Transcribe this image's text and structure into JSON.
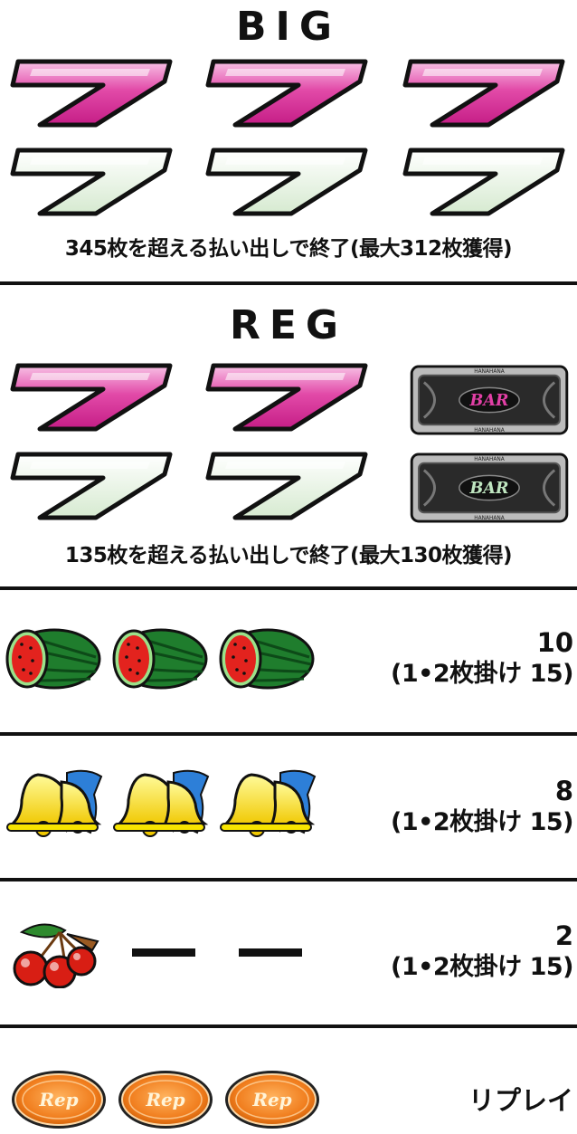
{
  "big": {
    "title": "BIG",
    "reels": [
      "seven-pink",
      "seven-pink",
      "seven-pink",
      "seven-white",
      "seven-white",
      "seven-white"
    ],
    "note": "345枚を超える払い出しで終了(最大312枚獲得)"
  },
  "reg": {
    "title": "REG",
    "reels": [
      "seven-pink",
      "seven-pink",
      "bar-pink",
      "seven-white",
      "seven-white",
      "bar-white"
    ],
    "bar_text": "BAR",
    "bar_small": "HANAHANA",
    "note": "135枚を超える払い出しで終了(最大130枚獲得)"
  },
  "rows": [
    {
      "symbol": "watermelon-icon",
      "count": 3,
      "payout": "10",
      "sub": "(1•2枚掛け 15)"
    },
    {
      "symbol": "bell-icon",
      "count": 3,
      "payout": "8",
      "sub": "(1•2枚掛け 15)"
    },
    {
      "symbol": "cherry-icon",
      "count": 1,
      "dashes": 2,
      "payout": "2",
      "sub": "(1•2枚掛け 15)"
    },
    {
      "symbol": "replay-icon",
      "count": 3,
      "payout": "リプレイ",
      "rep_text": "Rep"
    }
  ],
  "colors": {
    "pink": "#e23fa6",
    "white_seven": "#e8f4e2",
    "bell": "#f7e400",
    "replay": "#f07c1c",
    "melon": "#1e7a2e"
  }
}
